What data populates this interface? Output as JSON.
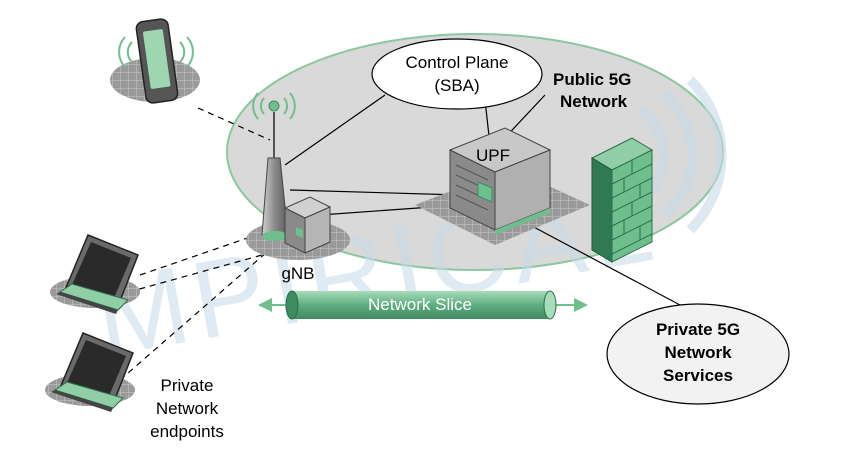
{
  "labels": {
    "control_plane_line1": "Control Plane",
    "control_plane_line2": "(SBA)",
    "public_line1": "Public 5G",
    "public_line2": "Network",
    "upf": "UPF",
    "gnb": "gNB",
    "slice": "Network Slice",
    "private_line1": "Private 5G",
    "private_line2": "Network",
    "private_line3": "Services",
    "endpoints_line1": "Private",
    "endpoints_line2": "Network",
    "endpoints_line3": "endpoints",
    "watermark": "MPIRICAL"
  },
  "colors": {
    "green": "#6fbe8e",
    "green_dark": "#3d8f62",
    "ellipse_fill": "#d8d8d8",
    "ellipse_stroke": "#7fbf95",
    "watermark": "#c9dcea"
  }
}
